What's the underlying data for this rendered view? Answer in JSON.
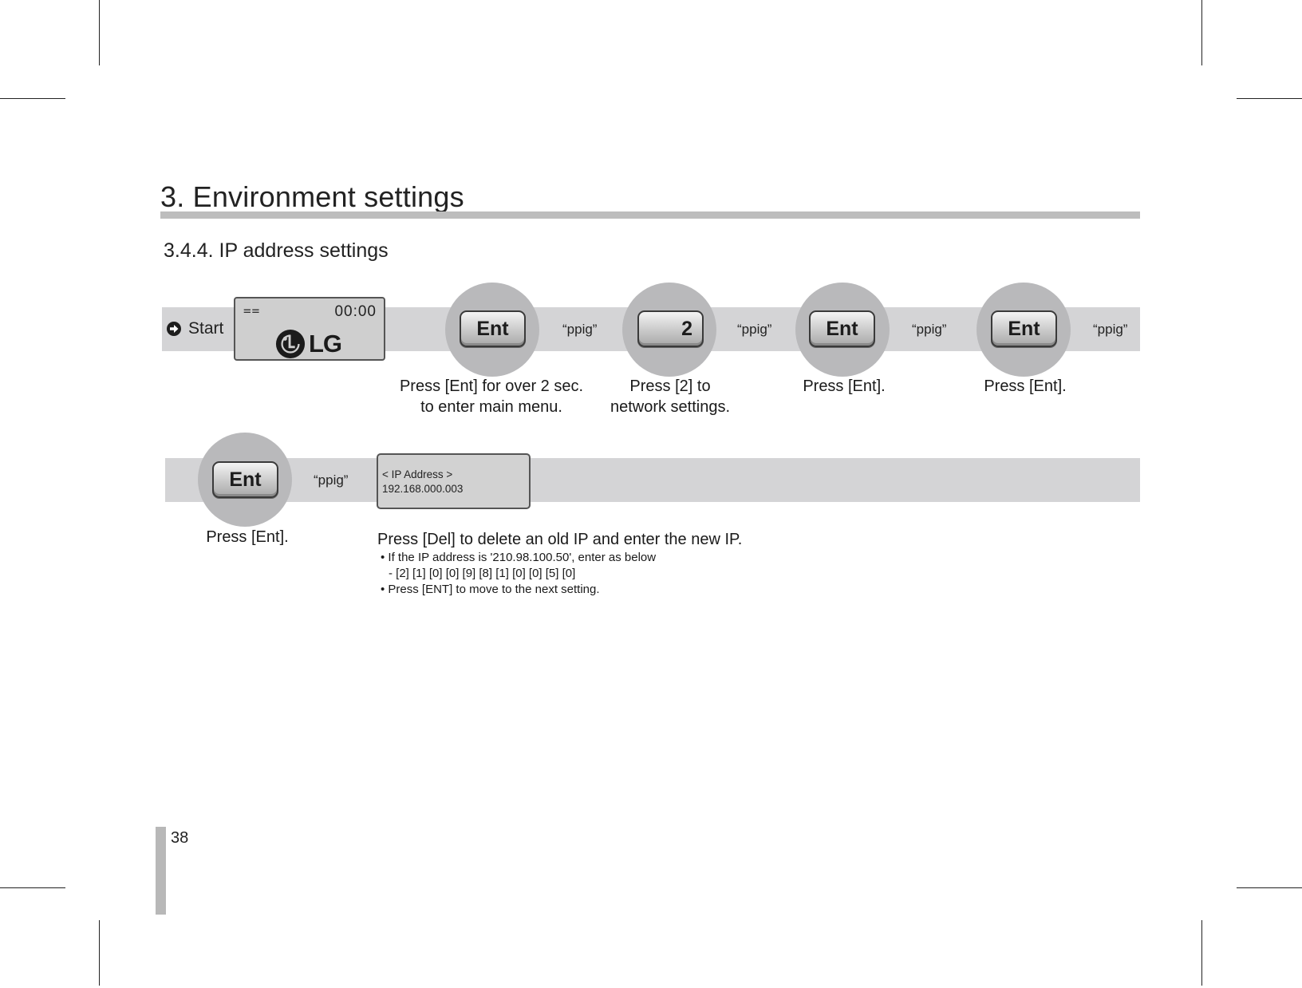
{
  "header": {
    "section_title": "3. Environment settings",
    "subsection_title": "3.4.4. IP address settings"
  },
  "flow_row1": {
    "start_label": "Start",
    "lcd": {
      "signal": "==",
      "time": "00:00",
      "logo_text": "LG"
    },
    "steps": [
      {
        "key": "Ent",
        "sound": "“ppig”",
        "caption_line1": "Press [Ent] for over 2 sec.",
        "caption_line2": "to enter main menu."
      },
      {
        "key": "2",
        "sound": "“ppig”",
        "caption_line1": "Press [2] to",
        "caption_line2": "network settings."
      },
      {
        "key": "Ent",
        "sound": "“ppig”",
        "caption_line1": "Press [Ent].",
        "caption_line2": ""
      },
      {
        "key": "Ent",
        "sound": "“ppig”",
        "caption_line1": "Press [Ent].",
        "caption_line2": ""
      }
    ]
  },
  "flow_row2": {
    "step": {
      "key": "Ent",
      "sound": "“ppig”",
      "caption": "Press [Ent]."
    },
    "display": {
      "line1": "< IP Address >",
      "line2": "192.168.000.003"
    },
    "instructions": {
      "main": "Press [Del] to delete an old IP and enter the new IP.",
      "bullet1": "• If the IP address is '210.98.100.50', enter as below",
      "bullet1_detail": "- [2] [1] [0] [0] [9] [8] [1] [0] [0] [5] [0]",
      "bullet2": "• Press [ENT] to move to the next setting."
    }
  },
  "footer": {
    "page_number": "38"
  }
}
